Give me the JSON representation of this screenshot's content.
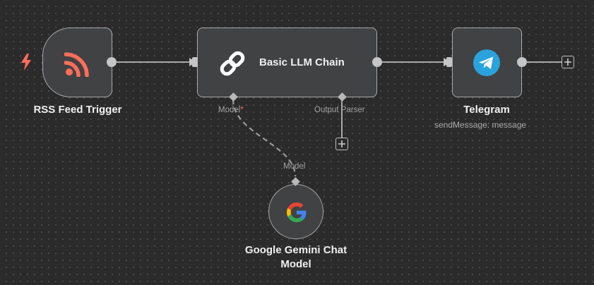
{
  "nodes": {
    "rss": {
      "title": "RSS Feed Trigger",
      "icon": "rss-icon"
    },
    "llm": {
      "title": "Basic LLM Chain",
      "icon": "chain-link-icon"
    },
    "telegram": {
      "title": "Telegram",
      "subtitle": "sendMessage: message",
      "icon": "telegram-icon"
    },
    "gemini": {
      "title_line1": "Google Gemini Chat",
      "title_line2": "Model",
      "icon": "google-icon",
      "input_label": "Model"
    }
  },
  "ports": {
    "model": "Model",
    "model_required": "*",
    "output_parser": "Output Parser"
  },
  "colors": {
    "canvas": "#2b2b2b",
    "node_bg": "#414244",
    "node_border": "#a9a9ab",
    "trigger_bolt": "#ff6d5a",
    "rss_orange": "#ff6d5a",
    "telegram_blue": "#2aa3dd",
    "required_marker": "#ff6b6b"
  }
}
